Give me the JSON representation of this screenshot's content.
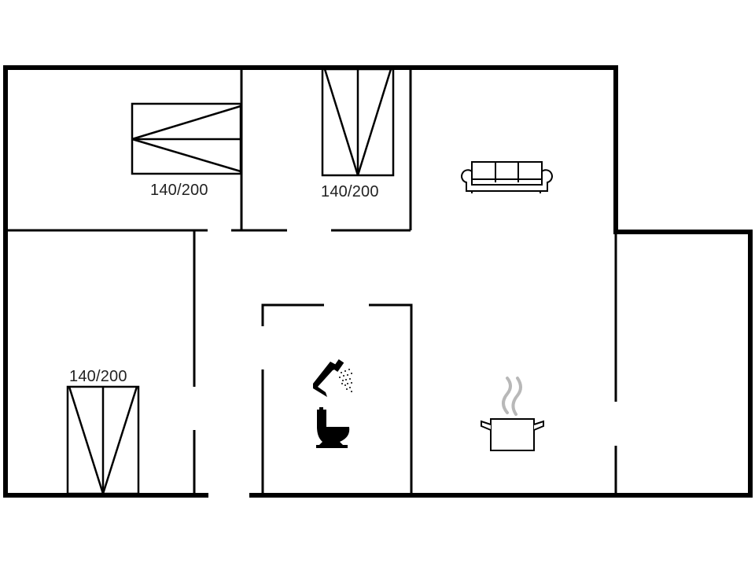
{
  "floorplan": {
    "colors": {
      "wall": "#000000",
      "background": "#ffffff",
      "steam": "#b8b8b8",
      "text": "#222222"
    },
    "beds": [
      {
        "id": "bed-top-left",
        "size_label": "140/200",
        "orientation": "horizontal"
      },
      {
        "id": "bed-top-middle",
        "size_label": "140/200",
        "orientation": "vertical"
      },
      {
        "id": "bed-bottom-left",
        "size_label": "140/200",
        "orientation": "vertical"
      }
    ],
    "icons": {
      "living": "sofa-icon",
      "bathroom_shower": "shower-icon",
      "bathroom_toilet": "toilet-icon",
      "kitchen": "cooking-pot-icon"
    },
    "rooms": [
      "bedroom-top-left",
      "bedroom-top-middle",
      "living-room",
      "bedroom-bottom-left",
      "hallway",
      "bathroom",
      "kitchen",
      "annex-room"
    ]
  }
}
